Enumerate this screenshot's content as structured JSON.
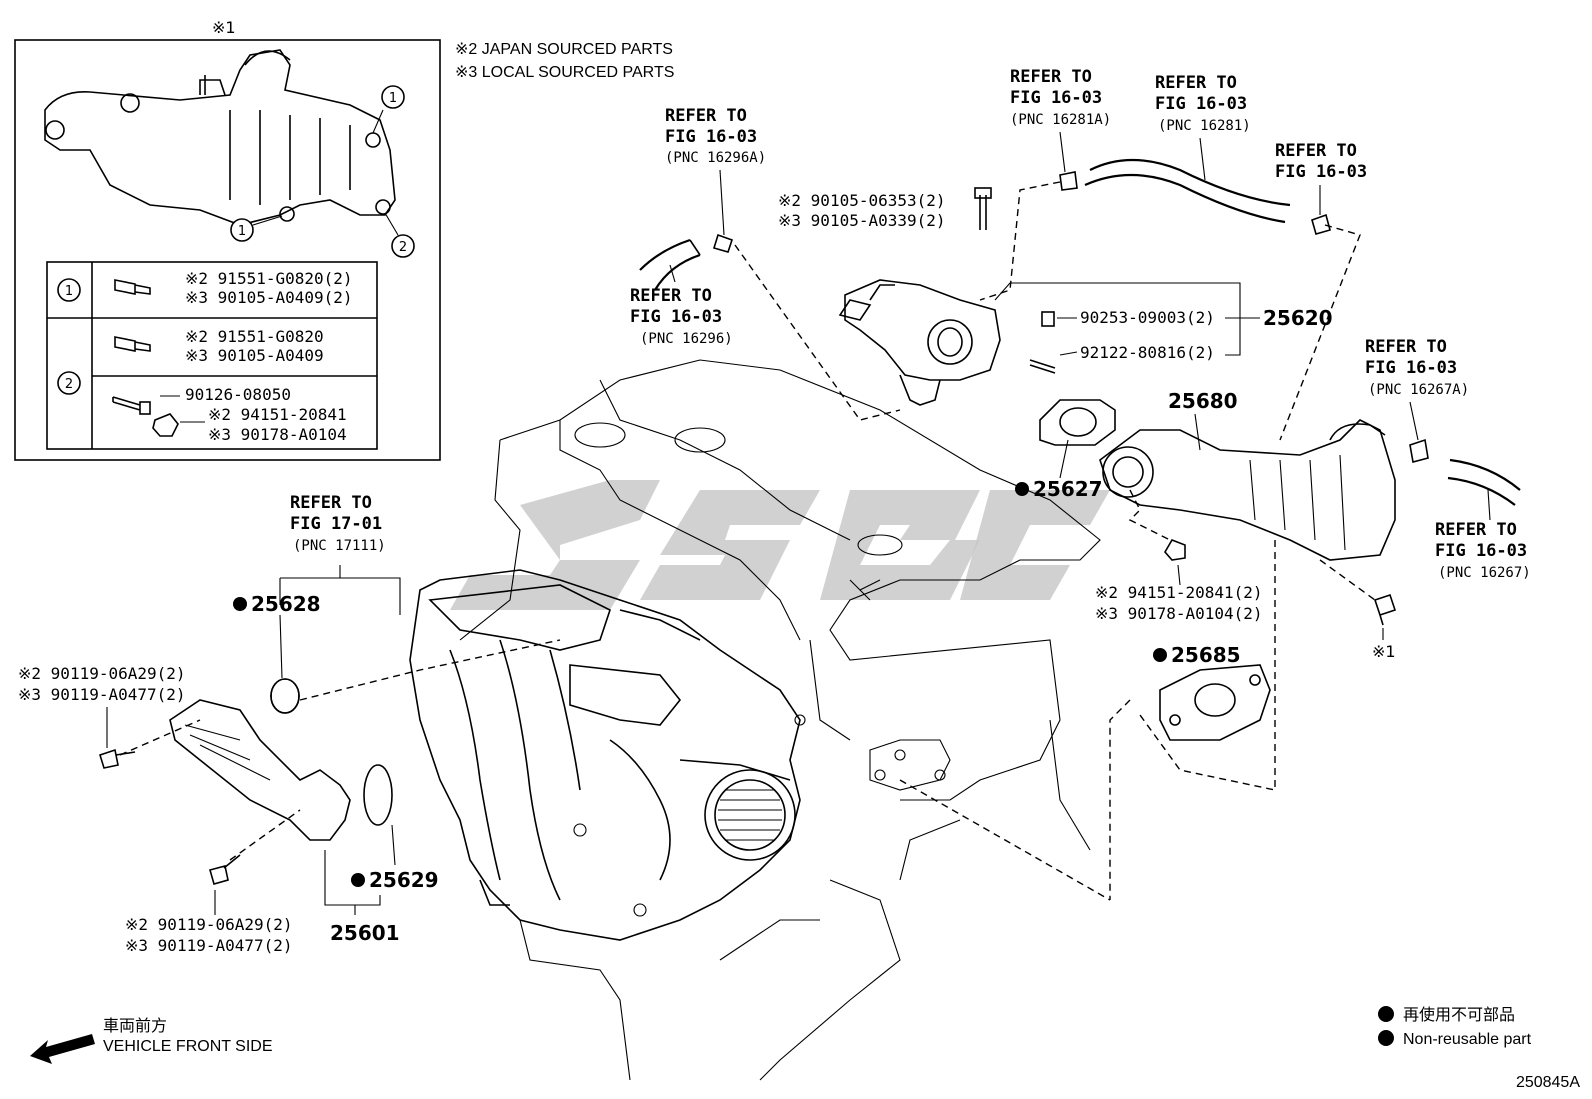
{
  "notes": {
    "ref1_mark": "※1",
    "japan": "※2 JAPAN SOURCED PARTS",
    "local": "※3 LOCAL SOURCED PARTS"
  },
  "inset_table": {
    "row1_no": "1",
    "row1_a": "※2 91551-G0820(2)",
    "row1_b": "※3 90105-A0409(2)",
    "row2_no": "2",
    "row2_a": "※2 91551-G0820",
    "row2_b": "※3 90105-A0409",
    "row2_c": "90126-08050",
    "row2_d": "※2 94151-20841",
    "row2_e": "※3 90178-A0104"
  },
  "inset_callouts": {
    "c1a": "1",
    "c1b": "1",
    "c2": "2"
  },
  "refs": {
    "r16296A": {
      "l1": "REFER TO",
      "l2": "FIG 16-03",
      "l3": "(PNC 16296A)"
    },
    "r16296": {
      "l1": "REFER TO",
      "l2": "FIG 16-03",
      "l3": "(PNC 16296)"
    },
    "r16281A": {
      "l1": "REFER TO",
      "l2": "FIG 16-03",
      "l3": "(PNC 16281A)"
    },
    "r16281": {
      "l1": "REFER TO",
      "l2": "FIG 16-03",
      "l3": "(PNC 16281)"
    },
    "rright": {
      "l1": "REFER TO",
      "l2": "FIG 16-03"
    },
    "r16267A": {
      "l1": "REFER TO",
      "l2": "FIG 16-03",
      "l3": "(PNC 16267A)"
    },
    "r16267": {
      "l1": "REFER TO",
      "l2": "FIG 16-03",
      "l3": "(PNC 16267)"
    },
    "r17111": {
      "l1": "REFER TO",
      "l2": "FIG 17-01",
      "l3": "(PNC 17111)"
    }
  },
  "parts": {
    "p90105a": "※2 90105-06353(2)",
    "p90105b": "※3 90105-A0339(2)",
    "p90253": "90253-09003(2)",
    "p92122": "92122-80816(2)",
    "p25620": "25620",
    "p25680": "25680",
    "p25627": "25627",
    "p94151": "※2 94151-20841(2)",
    "p90178": "※3 90178-A0104(2)",
    "p25685": "25685",
    "ref1_right": "※1",
    "p25628": "25628",
    "p90119a1": "※2 90119-06A29(2)",
    "p90119a2": "※3 90119-A0477(2)",
    "p90119b1": "※2 90119-06A29(2)",
    "p90119b2": "※3 90119-A0477(2)",
    "p25629": "25629",
    "p25601": "25601"
  },
  "legend": {
    "jp": "再使用不可部品",
    "en": "Non-reusable part"
  },
  "front": {
    "jp": "車両前方",
    "en": "VEHICLE FRONT SIDE"
  },
  "figure_id": "250845A"
}
